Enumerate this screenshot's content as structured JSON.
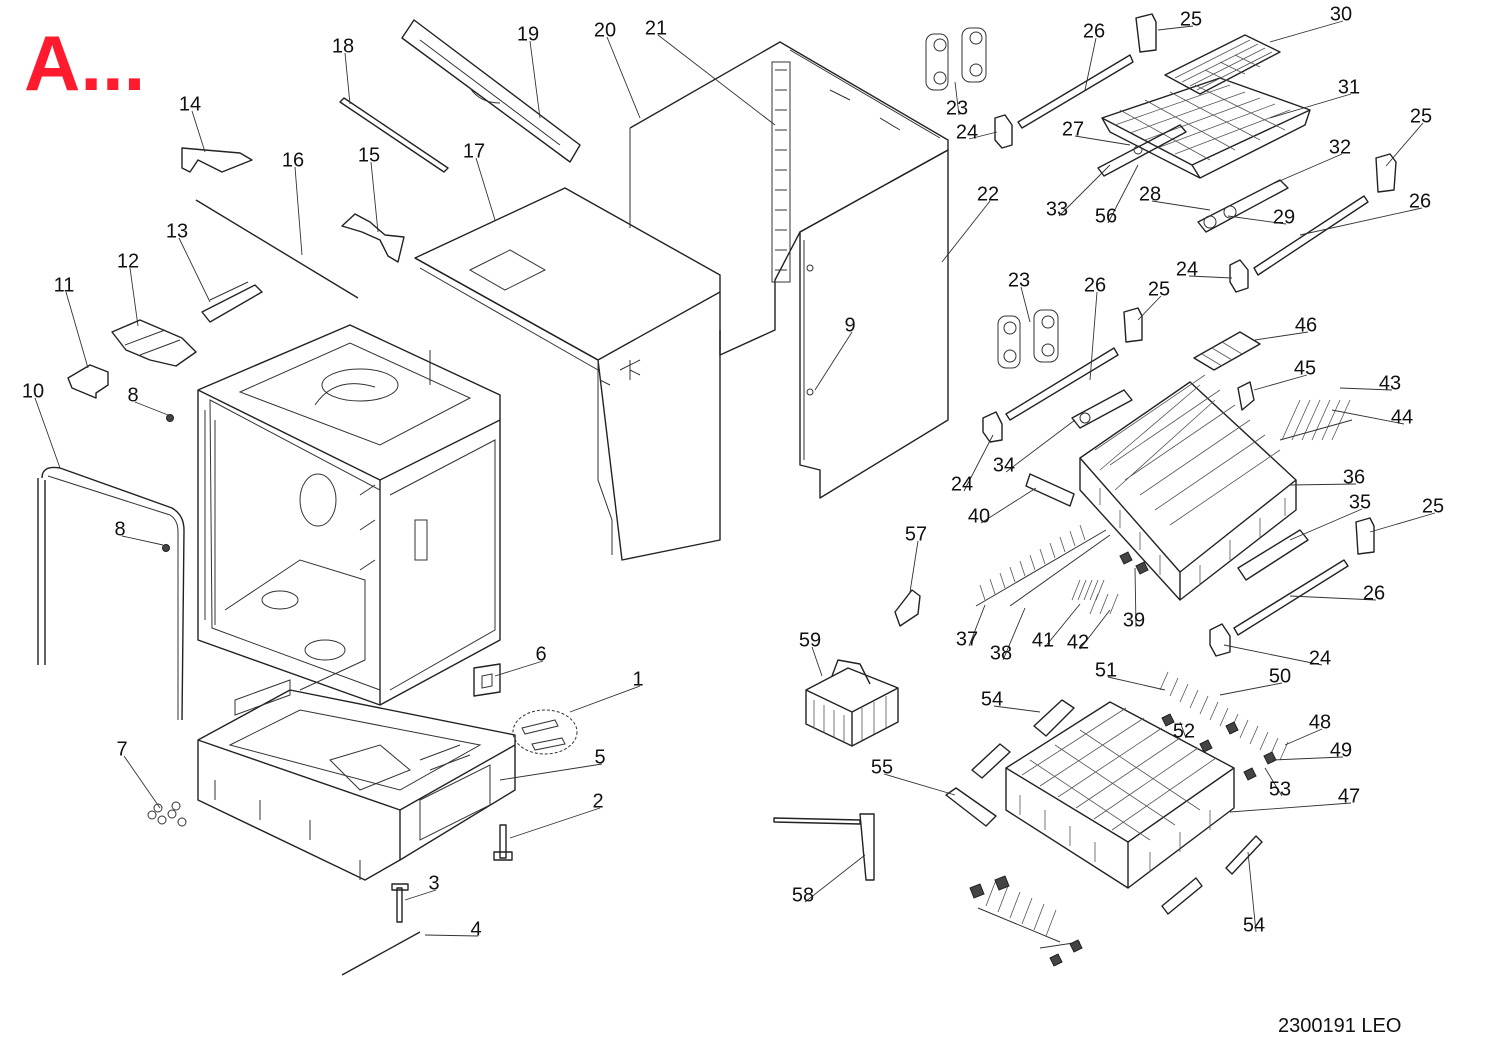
{
  "header": {
    "section_letter": "A...",
    "accent_color": "#ff1a2e"
  },
  "footer": {
    "drawing_code": "2300191 LEO"
  },
  "callouts": [
    {
      "t": "1"
    },
    {
      "t": "2"
    },
    {
      "t": "3"
    },
    {
      "t": "4"
    },
    {
      "t": "5"
    },
    {
      "t": "6"
    },
    {
      "t": "7"
    },
    {
      "t": "8"
    },
    {
      "t": "8"
    },
    {
      "t": "9"
    },
    {
      "t": "10"
    },
    {
      "t": "11"
    },
    {
      "t": "12"
    },
    {
      "t": "13"
    },
    {
      "t": "14"
    },
    {
      "t": "15"
    },
    {
      "t": "16"
    },
    {
      "t": "17"
    },
    {
      "t": "18"
    },
    {
      "t": "19"
    },
    {
      "t": "20"
    },
    {
      "t": "21"
    },
    {
      "t": "22"
    },
    {
      "t": "23"
    },
    {
      "t": "23"
    },
    {
      "t": "24"
    },
    {
      "t": "24"
    },
    {
      "t": "24"
    },
    {
      "t": "24"
    },
    {
      "t": "25"
    },
    {
      "t": "25"
    },
    {
      "t": "25"
    },
    {
      "t": "25"
    },
    {
      "t": "26"
    },
    {
      "t": "26"
    },
    {
      "t": "26"
    },
    {
      "t": "26"
    },
    {
      "t": "27"
    },
    {
      "t": "28"
    },
    {
      "t": "29"
    },
    {
      "t": "30"
    },
    {
      "t": "31"
    },
    {
      "t": "32"
    },
    {
      "t": "33"
    },
    {
      "t": "34"
    },
    {
      "t": "35"
    },
    {
      "t": "36"
    },
    {
      "t": "37"
    },
    {
      "t": "38"
    },
    {
      "t": "39"
    },
    {
      "t": "40"
    },
    {
      "t": "41"
    },
    {
      "t": "42"
    },
    {
      "t": "43"
    },
    {
      "t": "44"
    },
    {
      "t": "45"
    },
    {
      "t": "46"
    },
    {
      "t": "47"
    },
    {
      "t": "48"
    },
    {
      "t": "49"
    },
    {
      "t": "50"
    },
    {
      "t": "51"
    },
    {
      "t": "52"
    },
    {
      "t": "53"
    },
    {
      "t": "54"
    },
    {
      "t": "54"
    },
    {
      "t": "55"
    },
    {
      "t": "56"
    },
    {
      "t": "57"
    },
    {
      "t": "58"
    },
    {
      "t": "59"
    }
  ]
}
